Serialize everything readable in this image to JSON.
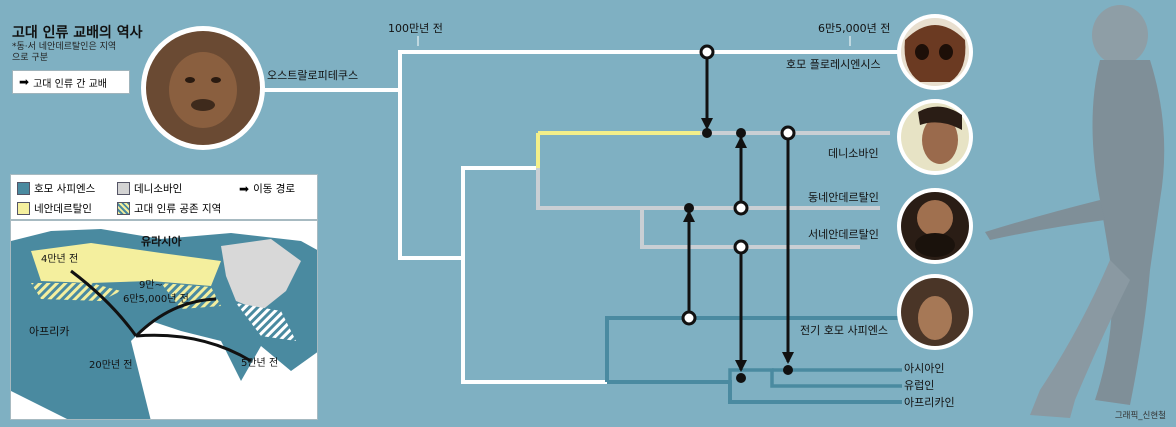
{
  "title": "고대 인류 교배의 역사",
  "note": "*동·서 네안데르탈인은 지역으로 구분",
  "interbreed_legend": "고대 인류 간 교배",
  "time_labels": {
    "t100": "100만년 전",
    "t65": "6만5,000년 전"
  },
  "species": {
    "austral": "오스트랄로피테쿠스",
    "floresiensis": "호모 플로레시엔시스",
    "denisovan": "데니소바인",
    "east_nean": "동네안데르탈인",
    "west_nean": "서네안데르탈인",
    "early_sapiens": "전기 호모 사피엔스",
    "asian": "아시아인",
    "european": "유럽인",
    "african": "아프리카인"
  },
  "key": {
    "sapiens": "호모 사피엔스",
    "denisovan": "데니소바인",
    "migration": "이동 경로",
    "neanderthal": "네안데르탈인",
    "coexist": "고대 인류 공존 지역"
  },
  "map": {
    "eurasia": "유라시아",
    "africa": "아프리카",
    "m40k": "4만년 전",
    "m90k": "9만~",
    "m65k": "6만5,000년 전",
    "m200k": "20만년 전",
    "m50k": "5만년 전"
  },
  "credit": "그래픽_신현철",
  "colors": {
    "background": "#7fb0c2",
    "white_line": "#ffffff",
    "neanderthal_line": "#c9cfd4",
    "denisovan_highlight": "#f3ef8a",
    "sapiens_line": "#4a8aa0",
    "black": "#111111"
  },
  "icons": [
    "arrow-right-icon",
    "skull-photo",
    "face-photo",
    "hominid-figure"
  ]
}
